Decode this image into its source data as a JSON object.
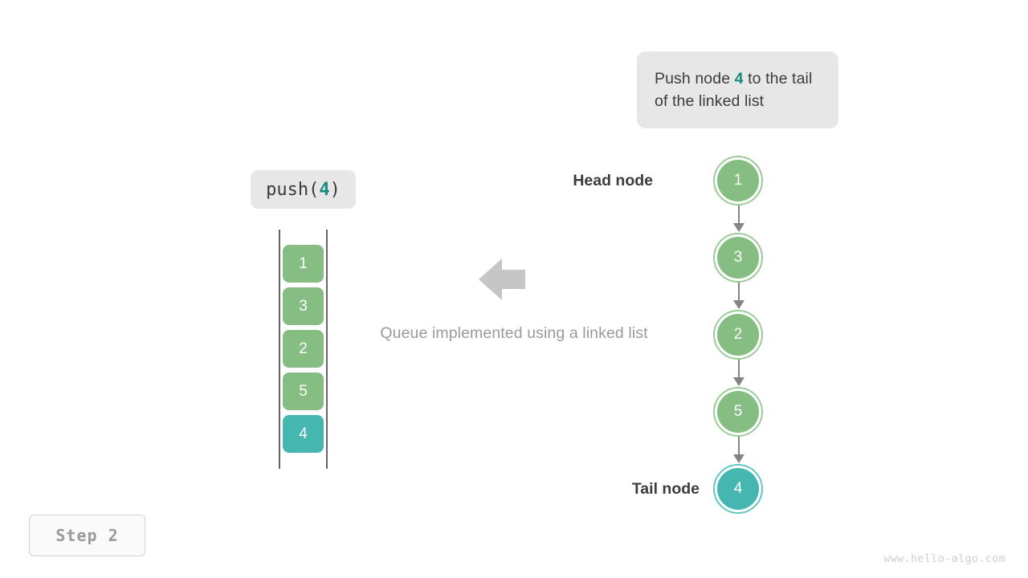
{
  "callout": {
    "text_before": "Push node ",
    "highlight": "4",
    "text_after": " to the tail of the linked list"
  },
  "operation_chip": {
    "prefix": "push(",
    "value": "4",
    "suffix": ")"
  },
  "array_view": {
    "cells": [
      {
        "value": "1",
        "accent": false
      },
      {
        "value": "3",
        "accent": false
      },
      {
        "value": "2",
        "accent": false
      },
      {
        "value": "5",
        "accent": false
      },
      {
        "value": "4",
        "accent": true
      }
    ]
  },
  "caption": "Queue implemented using a linked list",
  "linked_list": {
    "head_label": "Head node",
    "tail_label": "Tail node",
    "nodes": [
      {
        "value": "1",
        "accent": false
      },
      {
        "value": "3",
        "accent": false
      },
      {
        "value": "2",
        "accent": false
      },
      {
        "value": "5",
        "accent": false
      },
      {
        "value": "4",
        "accent": true
      }
    ]
  },
  "step_badge": "Step 2",
  "watermark": "www.hello-algo.com",
  "colors": {
    "node_green": "#85bd82",
    "node_green_ring": "#9ccb98",
    "accent_teal": "#45b7b0",
    "accent_teal_ring": "#63c6c0",
    "highlight_text_teal": "#17897f",
    "chip_background": "#e7e7e7",
    "connector_gray": "#838383",
    "caption_gray": "#9a9a9a",
    "arrow_gray": "#c6c6c6",
    "rail_gray": "#656565"
  }
}
